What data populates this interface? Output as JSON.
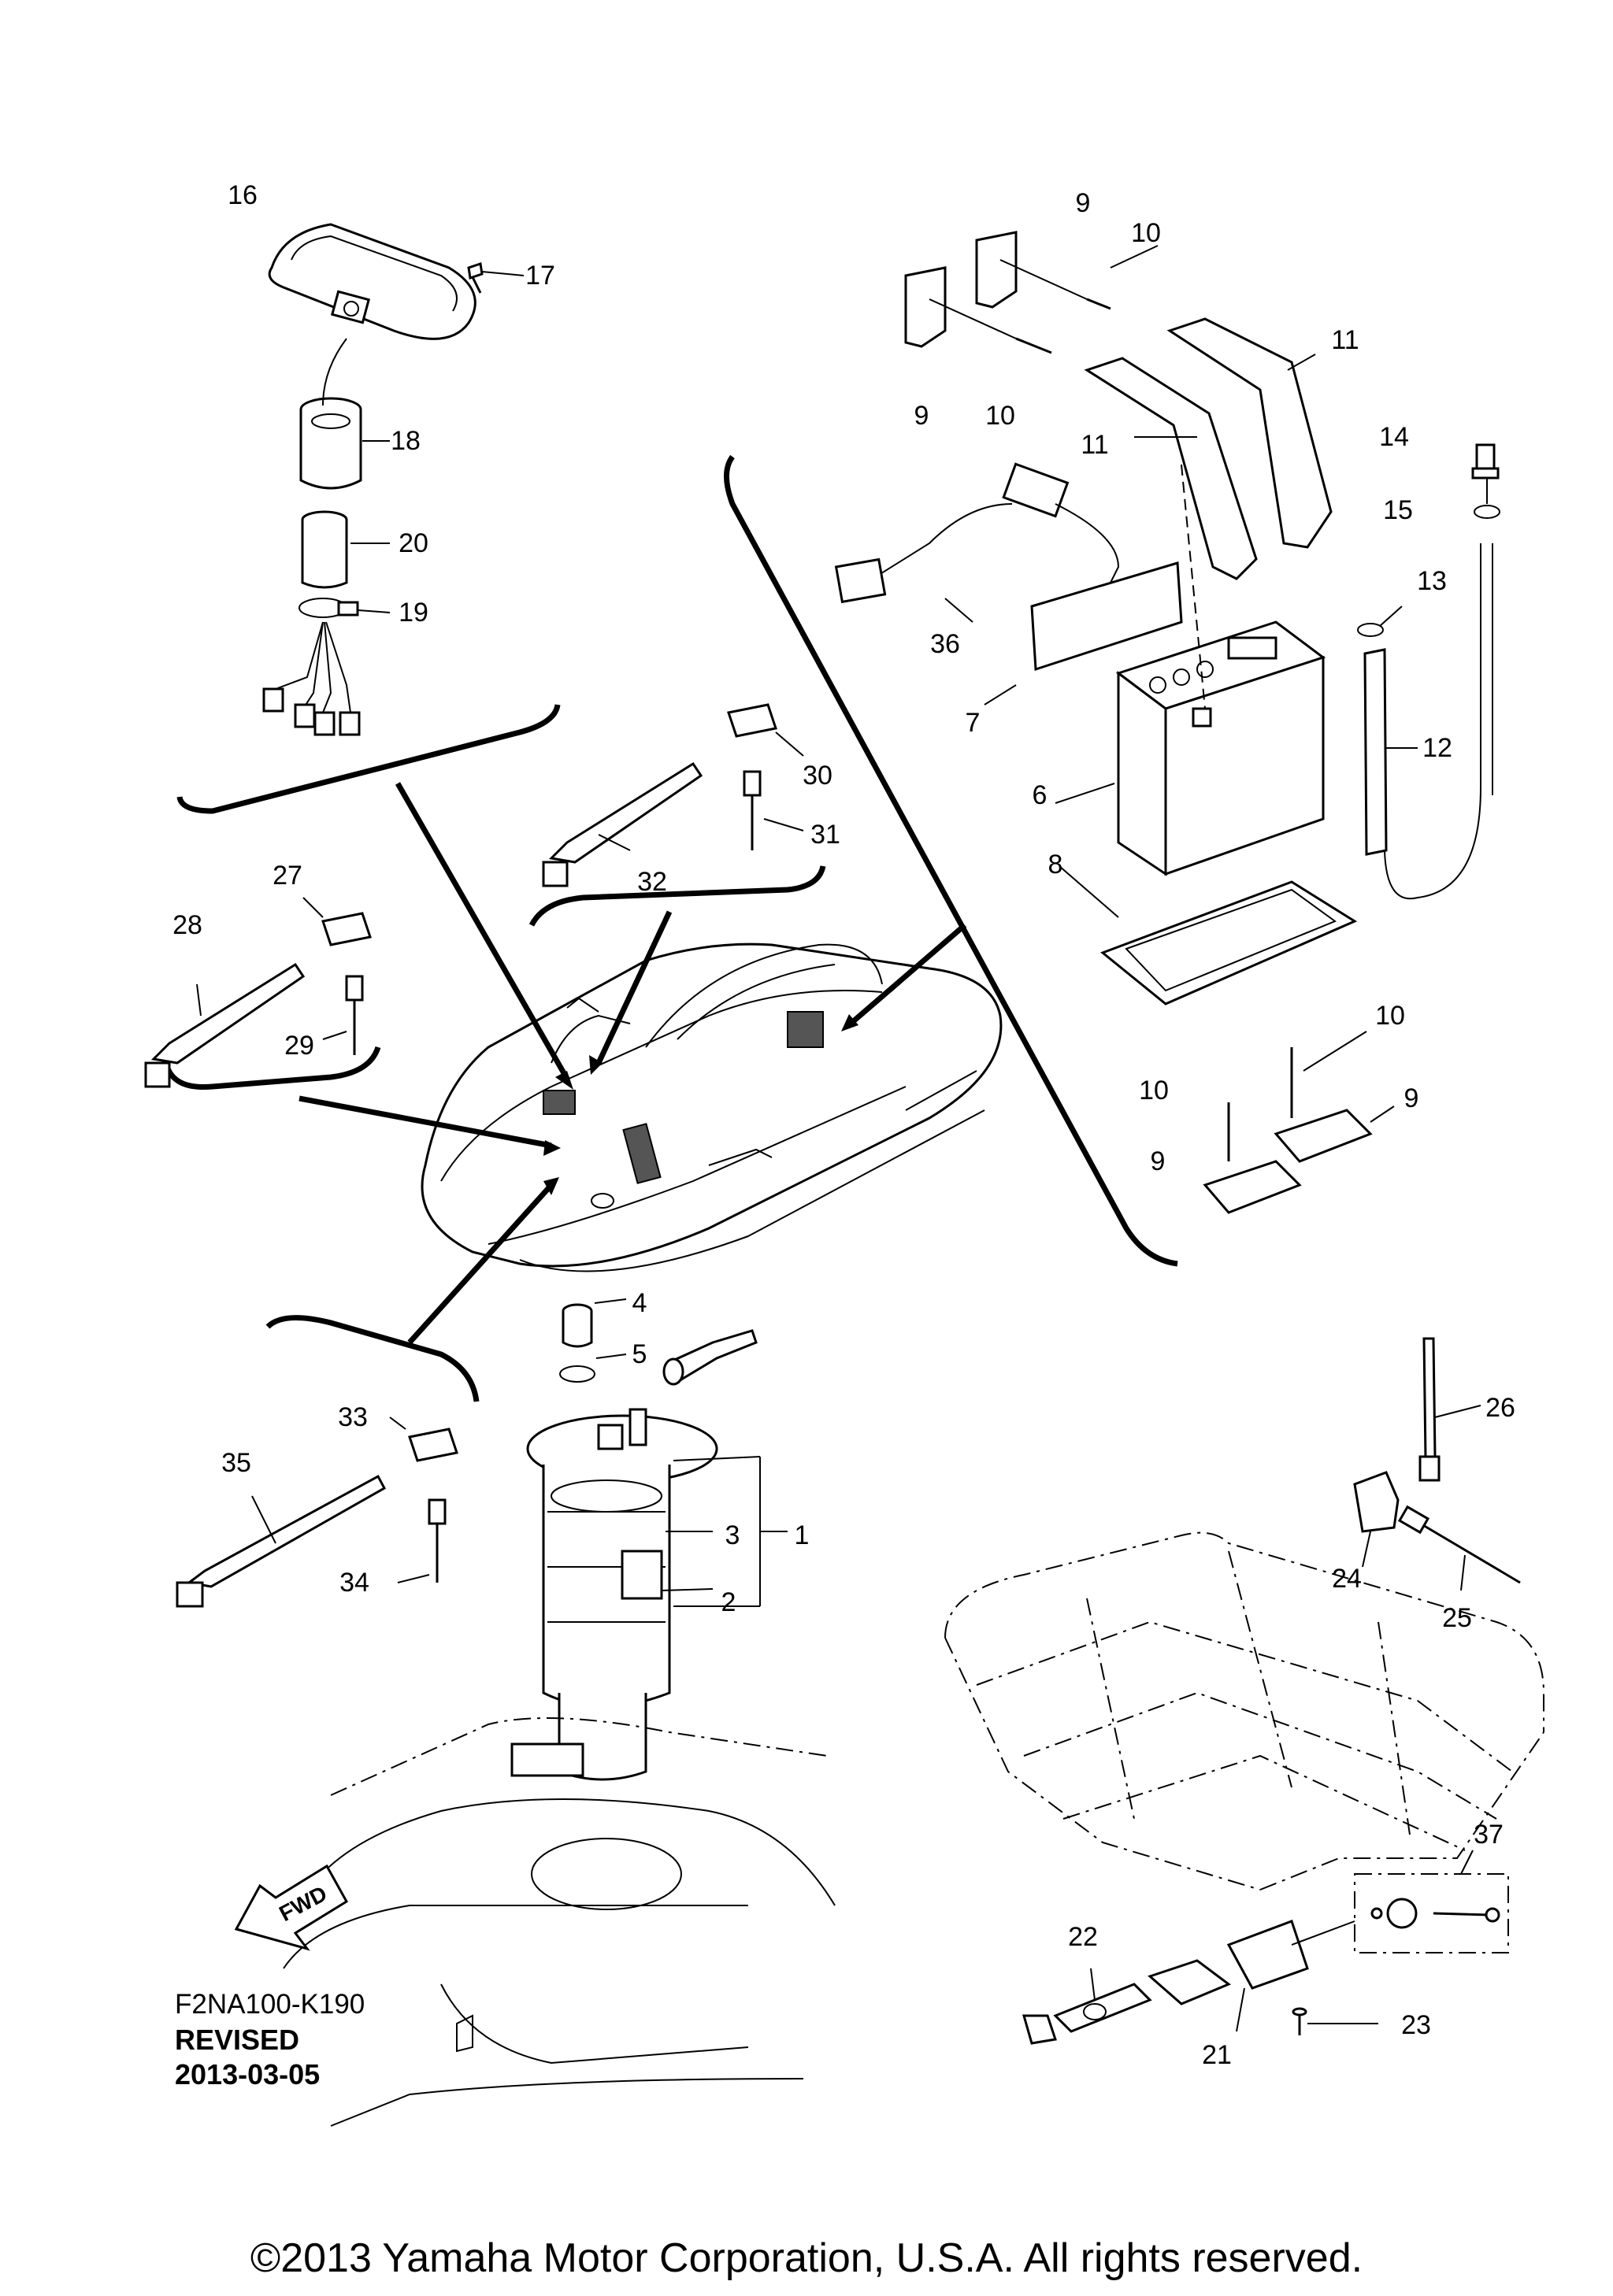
{
  "callouts": {
    "c1": "1",
    "c2": "2",
    "c3": "3",
    "c4": "4",
    "c5": "5",
    "c6": "6",
    "c7": "7",
    "c8": "8",
    "c9a": "9",
    "c9b": "9",
    "c9c": "9",
    "c9d": "9",
    "c10a": "10",
    "c10b": "10",
    "c10c": "10",
    "c10d": "10",
    "c11a": "11",
    "c11b": "11",
    "c12": "12",
    "c13": "13",
    "c14": "14",
    "c15": "15",
    "c16": "16",
    "c17": "17",
    "c18": "18",
    "c19": "19",
    "c20": "20",
    "c21": "21",
    "c22": "22",
    "c23": "23",
    "c24": "24",
    "c25": "25",
    "c26": "26",
    "c27": "27",
    "c28": "28",
    "c29": "29",
    "c30": "30",
    "c31": "31",
    "c32": "32",
    "c33": "33",
    "c34": "34",
    "c35": "35",
    "c36": "36",
    "c37": "37"
  },
  "fwd_label": "FWD",
  "diagram_code": "F2NA100-K190",
  "revised_label": "REVISED",
  "revised_date": "2013-03-05",
  "copyright": "©2013 Yamaha Motor Corporation, U.S.A. All rights reserved."
}
